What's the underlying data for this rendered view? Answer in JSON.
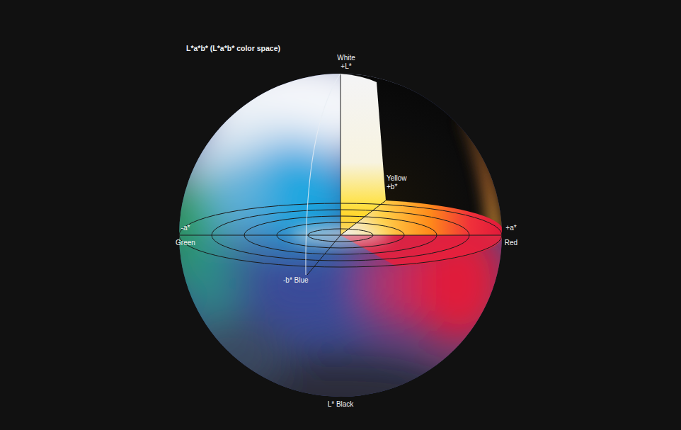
{
  "diagram": {
    "title": "L*a*b* (L*a*b* color space)",
    "labels": [
      "White",
      "+L*",
      "Yellow",
      "+b*",
      "-a*",
      "Green",
      "+a*",
      "Red",
      "-b* Blue",
      "L* Black"
    ]
  }
}
